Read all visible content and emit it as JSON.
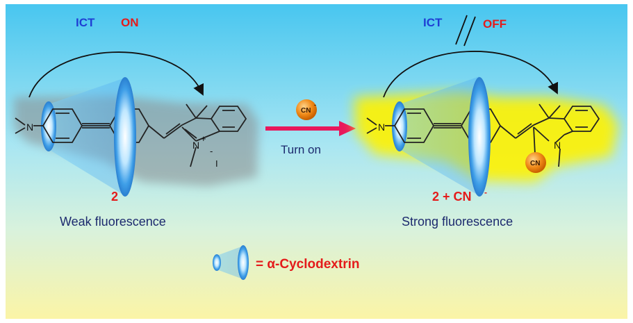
{
  "left": {
    "ict": "ICT",
    "state": "ON",
    "compound": "2",
    "caption": "Weak fluorescence",
    "atoms": {
      "n_amine": "N",
      "n_plus": "N",
      "plus": "+",
      "iodide": "I",
      "minus": "-"
    }
  },
  "right": {
    "ict": "ICT",
    "state": "OFF",
    "compound": "2 + CN",
    "compound_sup": "-",
    "caption": "Strong fluorescence",
    "atoms": {
      "n_amine": "N",
      "n_ring": "N",
      "cn_badge": "CN"
    }
  },
  "middle": {
    "reagent": "CN",
    "reagent_sup": "-",
    "action": "Turn on"
  },
  "legend": {
    "equals_text": "= α-Cyclodextrin"
  },
  "colors": {
    "ict_blue": "#1f3fd4",
    "state_red": "#e41b1b",
    "caption_navy": "#1c2a6e",
    "arrow_red": "#e8185c",
    "glow_yellow": "#fff200",
    "cn_orange": "#f08a18",
    "cd_blue": "#4aa8f0"
  }
}
